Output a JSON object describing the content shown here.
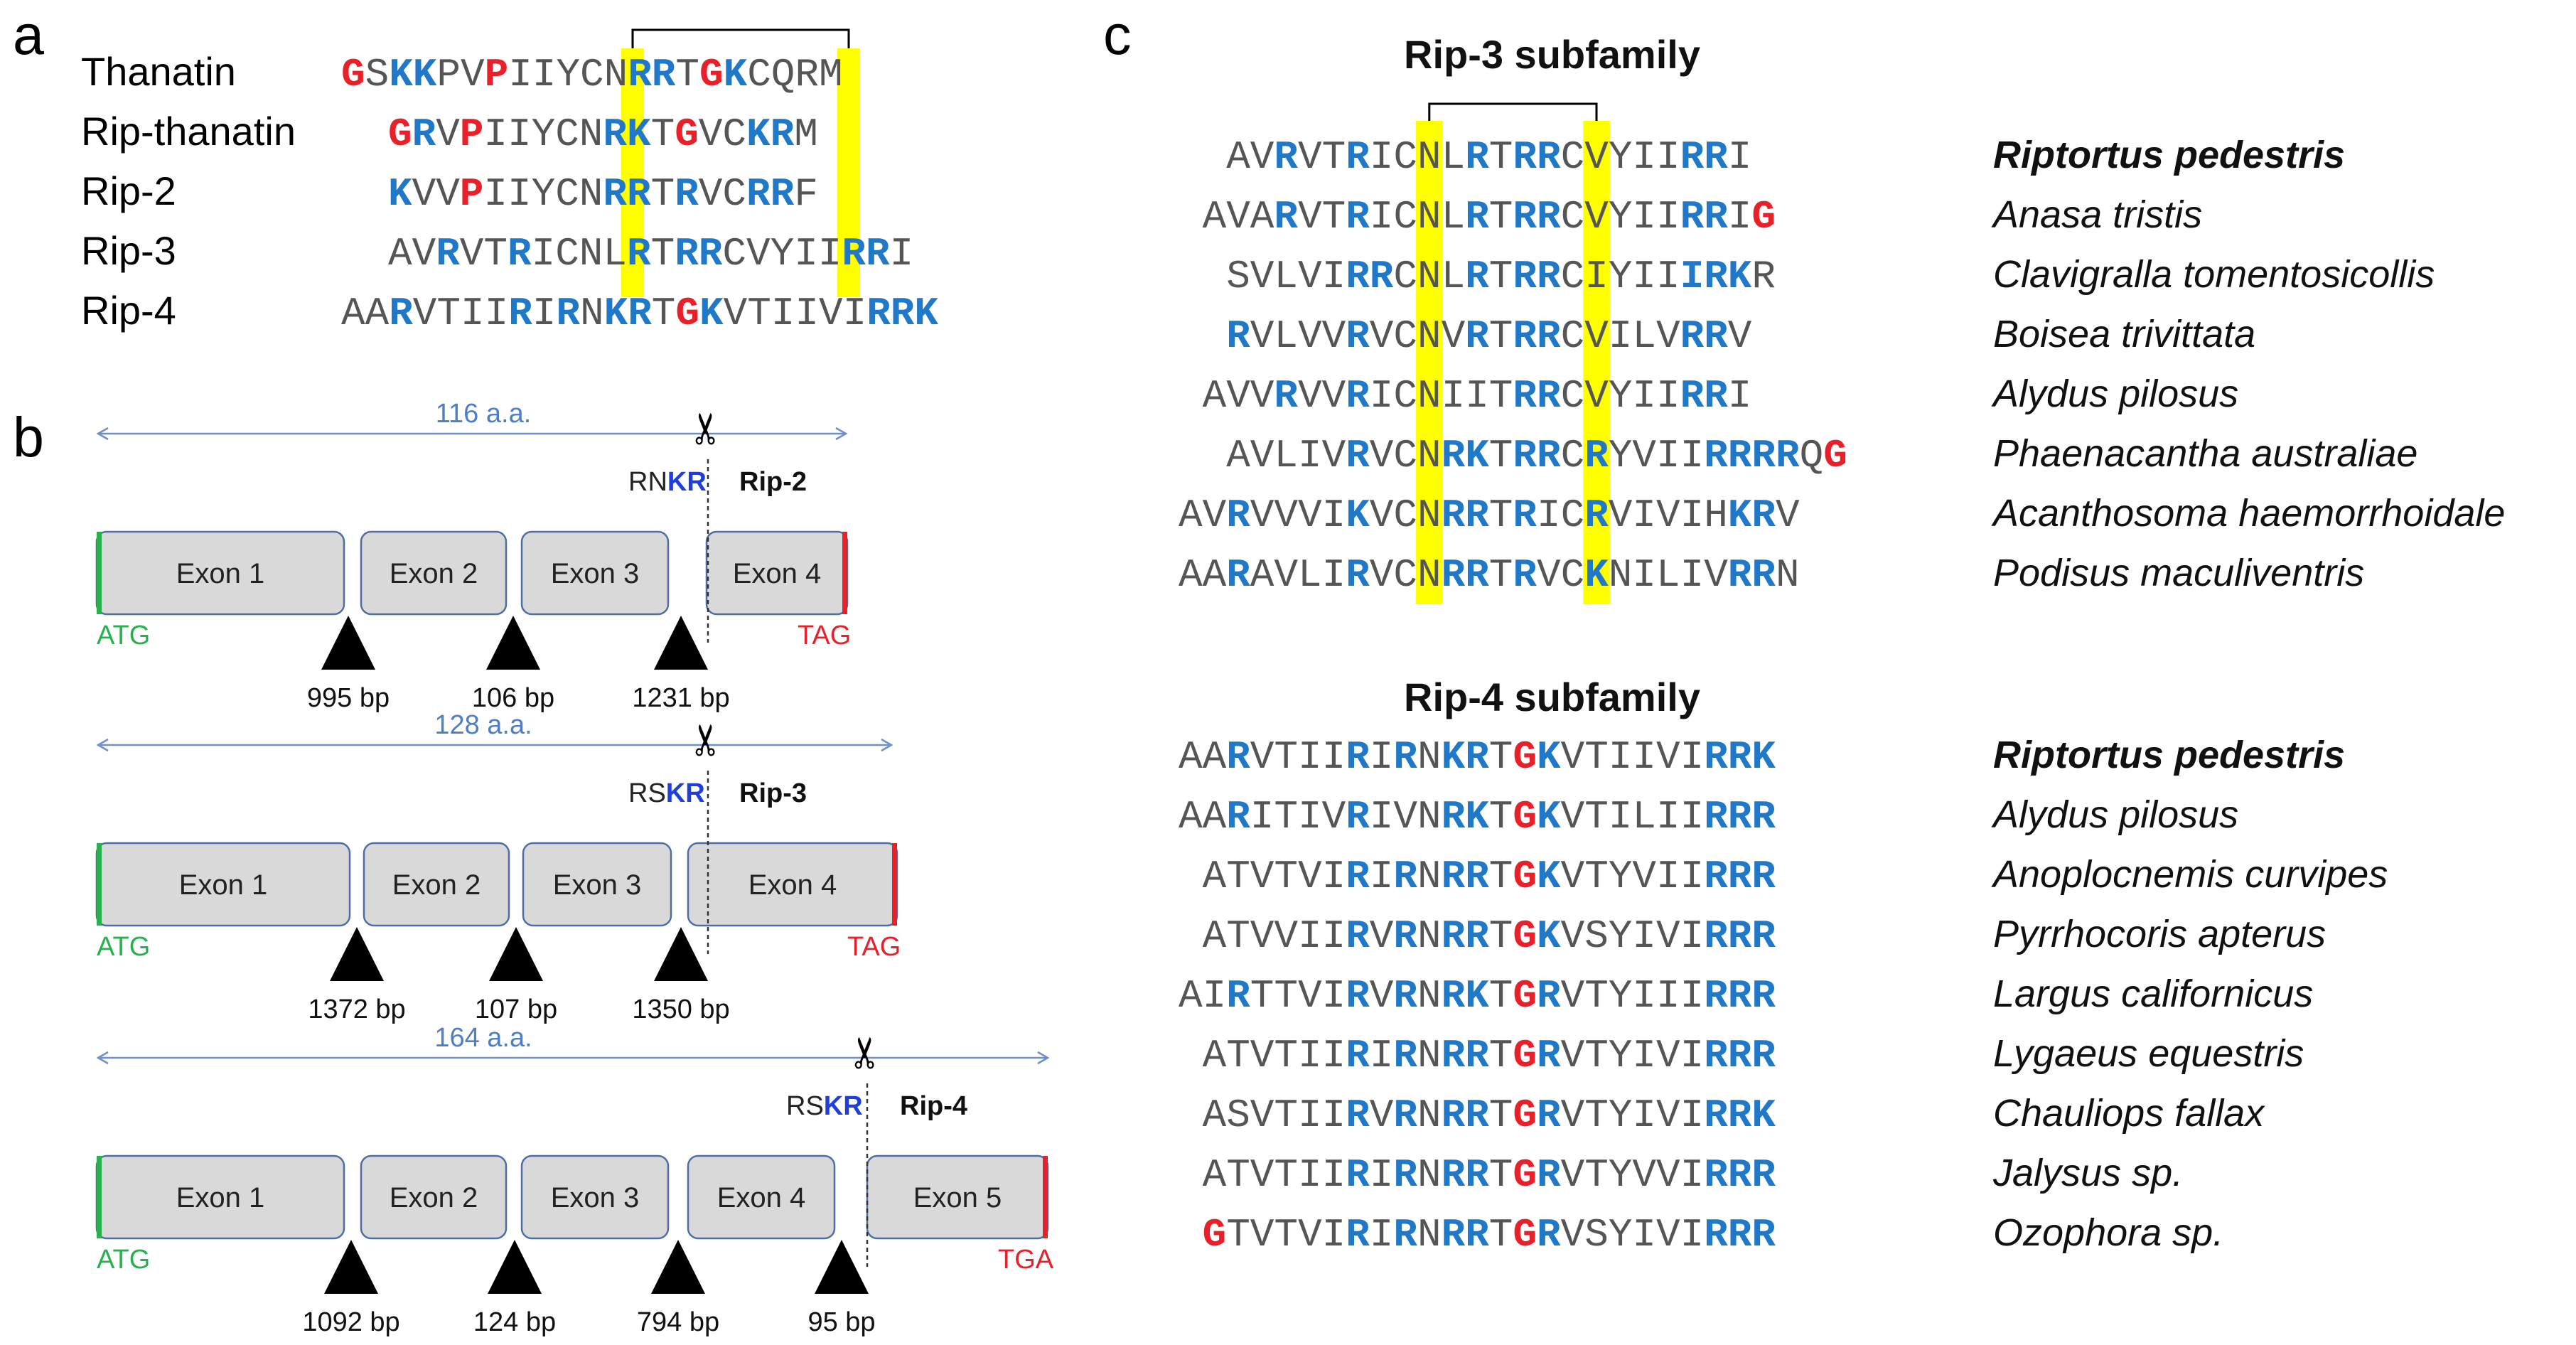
{
  "panels": {
    "a": "a",
    "b": "b",
    "c": "c"
  },
  "colors": {
    "basic": "#1f78c8",
    "special": "#e8202a",
    "cys_highlight": "#ffff00",
    "plain": "#555555",
    "start_codon": "#26b14c",
    "stop_codon": "#e8202a"
  },
  "panel_a": {
    "rows": [
      {
        "label": "Thanatin",
        "pre": "",
        "seq": "GSKKPVPIIYCNRRTGKCQRM",
        "basic": [
          2,
          3,
          12,
          13,
          16
        ],
        "special": [
          0,
          6,
          15
        ]
      },
      {
        "label": "Rip-thanatin",
        "pre": "  ",
        "seq": "GRVPIIYCNRKTGVCKRM",
        "basic": [
          1,
          9,
          10,
          15,
          16
        ],
        "special": [
          0,
          3,
          12
        ]
      },
      {
        "label": "Rip-2",
        "pre": "  ",
        "seq": "KVVPIIYCNRRTRVCRRF",
        "basic": [
          0,
          9,
          10,
          12,
          15,
          16
        ],
        "special": [
          3
        ]
      },
      {
        "label": "Rip-3",
        "pre": "  ",
        "seq": "AVRVTRICNLRTRRCVYIIRRI",
        "basic": [
          2,
          5,
          10,
          12,
          13,
          19,
          20
        ],
        "special": []
      },
      {
        "label": "Rip-4",
        "pre": "",
        "seq": "AARVTIIRIRNKRTGKVTIIVIRRK",
        "basic": [
          2,
          7,
          9,
          11,
          12,
          15,
          22,
          23,
          24
        ],
        "special": [
          14
        ]
      }
    ]
  },
  "panel_b": {
    "genes": [
      {
        "length": "116 a.a.",
        "site_prefix": "RN",
        "site_kr": "KR",
        "peptide": "Rip-2",
        "exons": [
          "Exon 1",
          "Exon 2",
          "Exon 3",
          "Exon 4"
        ],
        "start": "ATG",
        "stop": "TAG",
        "introns": [
          "995 bp",
          "106 bp",
          "1231 bp"
        ]
      },
      {
        "length": "128 a.a.",
        "site_prefix": "RS",
        "site_kr": "KR",
        "peptide": "Rip-3",
        "exons": [
          "Exon 1",
          "Exon 2",
          "Exon 3",
          "Exon 4"
        ],
        "start": "ATG",
        "stop": "TAG",
        "introns": [
          "1372 bp",
          "107 bp",
          "1350 bp"
        ]
      },
      {
        "length": "164 a.a.",
        "site_prefix": "RS",
        "site_kr": "KR",
        "peptide": "Rip-4",
        "exons": [
          "Exon 1",
          "Exon 2",
          "Exon 3",
          "Exon 4",
          "Exon 5"
        ],
        "start": "ATG",
        "stop": "TGA",
        "introns": [
          "1092 bp",
          "124 bp",
          "794 bp",
          "95 bp"
        ]
      }
    ]
  },
  "panel_c": {
    "rip3": {
      "title": "Rip-3 subfamily",
      "rows": [
        {
          "species": "Riptortus pedestris",
          "bold": true,
          "seq": "  AVRVTRICNLRTRRCVYIIRRI",
          "basic": [
            4,
            7,
            12,
            14,
            15,
            21,
            22
          ],
          "special": []
        },
        {
          "species": "Anasa tristis",
          "bold": false,
          "seq": " AVARVTRICNLRTRRCVYIIRRIG",
          "basic": [
            4,
            7,
            12,
            14,
            15,
            21,
            22
          ],
          "special": [
            24
          ]
        },
        {
          "species": "Clavigralla tomentosicollis",
          "bold": false,
          "seq": "  SVLVIRRCNLRTRRCIYIIIRKR",
          "basic": [
            7,
            8,
            12,
            14,
            15,
            21,
            22,
            23
          ],
          "special": []
        },
        {
          "species": "Boisea trivittata",
          "bold": false,
          "seq": "  RVLVVRVCNVRTRRCVILVRRV",
          "basic": [
            2,
            7,
            12,
            14,
            15,
            21,
            22
          ],
          "special": []
        },
        {
          "species": "Alydus pilosus",
          "bold": false,
          "seq": " AVVRVVRICNIITRRCVYIIRRI",
          "basic": [
            4,
            7,
            14,
            15,
            21,
            22
          ],
          "special": []
        },
        {
          "species": "Phaenacantha australiae",
          "bold": false,
          "seq": "  AVLIVRVCNRKTRRCRYVIIRRRRQG",
          "basic": [
            7,
            11,
            12,
            14,
            15,
            17,
            22,
            23,
            24,
            25
          ],
          "special": [
            27
          ]
        },
        {
          "species": "Acanthosoma haemorrhoidale",
          "bold": false,
          "seq": "AVRVVVIKVCNRRTRICRVIVIHKRV",
          "basic": [
            2,
            7,
            11,
            12,
            14,
            17,
            23,
            24
          ],
          "special": []
        },
        {
          "species": "Podisus maculiventris",
          "bold": false,
          "seq": "AARAVLIRVCNRRTRVCKNILIVRRN",
          "basic": [
            2,
            7,
            11,
            12,
            14,
            17,
            23,
            24
          ],
          "special": []
        }
      ]
    },
    "rip4": {
      "title": "Rip-4 subfamily",
      "rows": [
        {
          "species": "Riptortus pedestris",
          "bold": true,
          "seq": "AARVTIIRIRNKRTGKVTIIVIRRK",
          "basic": [
            2,
            7,
            9,
            11,
            12,
            15,
            22,
            23,
            24
          ],
          "special": [
            14
          ]
        },
        {
          "species": "Alydus pilosus",
          "bold": false,
          "seq": "AARITIVRIVNRKTGKVTILIIRRR",
          "basic": [
            2,
            7,
            11,
            12,
            15,
            22,
            23,
            24
          ],
          "special": [
            14
          ]
        },
        {
          "species": "Anoplocnemis curvipes",
          "bold": false,
          "seq": " ATVTVIRIRNRRTGKVTYVIIRRR",
          "basic": [
            7,
            9,
            11,
            12,
            15,
            22,
            23,
            24
          ],
          "special": [
            14
          ]
        },
        {
          "species": "Pyrrhocoris apterus",
          "bold": false,
          "seq": " ATVVIIRVRNRRTGKVSYIVIRRR",
          "basic": [
            7,
            9,
            11,
            12,
            15,
            22,
            23,
            24
          ],
          "special": [
            14
          ]
        },
        {
          "species": "Largus californicus",
          "bold": false,
          "seq": "AIRTTVIRVRNRKTGRVTYIIIRRR",
          "basic": [
            2,
            7,
            9,
            11,
            12,
            15,
            22,
            23,
            24
          ],
          "special": [
            14
          ]
        },
        {
          "species": "Lygaeus equestris",
          "bold": false,
          "seq": " ATVTIIRIRNRRTGRVTYIVIRRR",
          "basic": [
            7,
            9,
            11,
            12,
            15,
            22,
            23,
            24
          ],
          "special": [
            14
          ]
        },
        {
          "species": "Chauliops fallax",
          "bold": false,
          "seq": " ASVTIIRVRNRRTGRVTYIVIRRK",
          "basic": [
            7,
            9,
            11,
            12,
            15,
            22,
            23,
            24
          ],
          "special": [
            14
          ]
        },
        {
          "species": "Jalysus sp.",
          "bold": false,
          "seq": " ATVTIIRIRNRRTGRVTYVVIRRR",
          "basic": [
            7,
            9,
            11,
            12,
            15,
            22,
            23,
            24
          ],
          "special": [
            14
          ]
        },
        {
          "species": "Ozophora sp.",
          "bold": false,
          "seq": " GTVTVIRIRNRRTGRVSYIVIRRR",
          "basic": [
            7,
            9,
            11,
            12,
            15,
            22,
            23,
            24
          ],
          "special": [
            1,
            14
          ]
        }
      ]
    }
  }
}
